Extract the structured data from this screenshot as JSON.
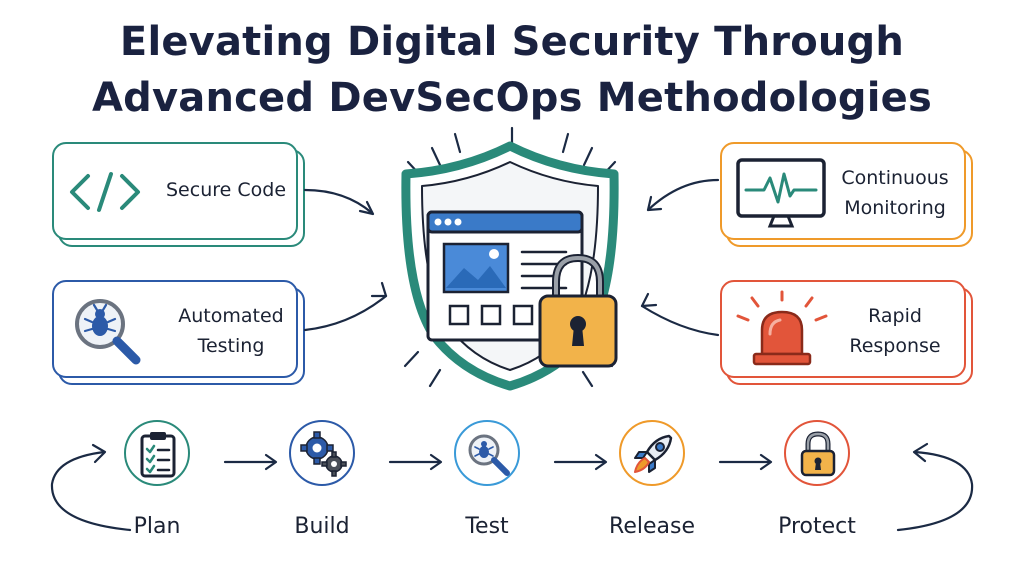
{
  "title": {
    "line1": "Elevating Digital Security Through",
    "line2": "Advanced DevSecOps Methodologies"
  },
  "cards": {
    "secure_code": {
      "label": "Secure Code",
      "icon": "code-brackets-icon",
      "color": "#2a8a7a"
    },
    "automated_testing": {
      "label_line1": "Automated",
      "label_line2": "Testing",
      "icon": "bug-magnifier-icon",
      "color": "#2c5aa8"
    },
    "continuous_monitoring": {
      "label_line1": "Continuous",
      "label_line2": "Monitoring",
      "icon": "monitor-pulse-icon",
      "color": "#ef9a2a"
    },
    "rapid_response": {
      "label_line1": "Rapid",
      "label_line2": "Response",
      "icon": "alarm-siren-icon",
      "color": "#e2553a"
    }
  },
  "center": {
    "icon": "shield-lock-icon",
    "shield_color": "#2a8a7a",
    "lock_color": "#f2b34a"
  },
  "pipeline": [
    {
      "label": "Plan",
      "icon": "clipboard-checklist-icon",
      "color": "#2a8a7a"
    },
    {
      "label": "Build",
      "icon": "gears-icon",
      "color": "#2c5aa8"
    },
    {
      "label": "Test",
      "icon": "bug-magnifier-icon",
      "color": "#3a9ad8"
    },
    {
      "label": "Release",
      "icon": "rocket-icon",
      "color": "#ef9a2a"
    },
    {
      "label": "Protect",
      "icon": "padlock-icon",
      "color": "#e2553a"
    }
  ]
}
